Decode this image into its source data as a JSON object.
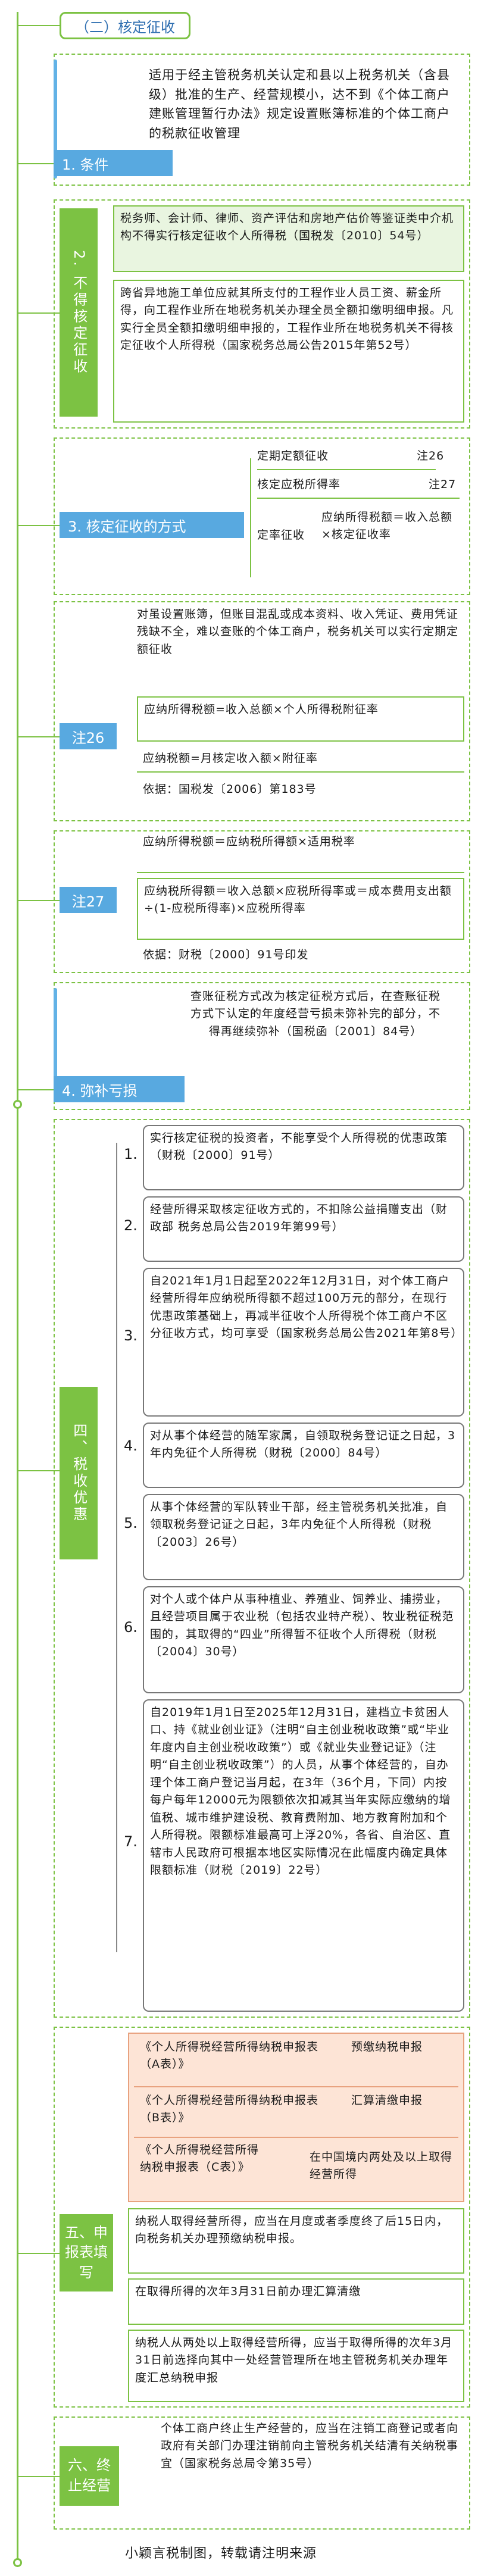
{
  "title": "（二）核定征收",
  "s1": {
    "tag": "1. 条件",
    "text": "适用于经主管税务机关认定和县以上税务机关（含县级）批准的生产、经营规模小，达不到《个体工商户建账管理暂行办法》规定设置账簿标准的个体工商户的税款征收管理"
  },
  "s2": {
    "tag": "2. 不得核定征收",
    "item1": "税务师、会计师、律师、资产评估和房地产估价等鉴证类中介机构不得实行核定征收个人所得税（国税发〔2010〕54号）",
    "item2": "跨省异地施工单位应就其所支付的工程作业人员工资、薪金所得，向工程作业所在地税务机关办理全员全额扣缴明细申报。凡实行全员全额扣缴明细申报的，工程作业所在地税务机关不得核定征收个人所得税（国家税务总局公告2015年第52号）"
  },
  "s3": {
    "tag": "3. 核定征收的方式",
    "m1": "定期定额征收",
    "m1_note": "注26",
    "m2": "核定应税所得率",
    "m2_note": "注27",
    "m3": "定率征收",
    "m3_formula": "应纳所得税额＝收入总额×核定征收率"
  },
  "n26": {
    "tag": "注26",
    "intro": "对虽设置账簿，但账目混乱或成本资料、收入凭证、费用凭证残缺不全，难以查账的个体工商户，税务机关可以实行定期定额征收",
    "f1": "应纳所得税额=收入总额×个人所得税附征率",
    "f2": "应纳税额=月核定收入额×附征率",
    "basis": "依据：国税发〔2006〕第183号"
  },
  "n27": {
    "tag": "注27",
    "f1": "应纳所得税额＝应纳税所得额×适用税率",
    "f2": "应纳税所得额＝收入总额×应税所得率或＝成本费用支出额÷(1-应税所得率)×应税所得率",
    "basis": "依据：财税〔2000〕91号印发"
  },
  "s4": {
    "tag": "4. 弥补亏损",
    "text": "查账征税方式改为核定征税方式后，在查账征税方式下认定的年度经营亏损未弥补完的部分，不得再继续弥补（国税函〔2001〕84号）"
  },
  "s5": {
    "tag": "四、税收优惠",
    "items": [
      "实行核定征税的投资者，不能享受个人所得税的优惠政策（财税〔2000〕91号）",
      "经营所得采取核定征收方式的，不扣除公益捐赠支出（财政部 税务总局公告2019年第99号）",
      "自2021年1月1日起至2022年12月31日，对个体工商户经营所得年应纳税所得额不超过100万元的部分，在现行优惠政策基础上，再减半征收个人所得税个体工商户不区分征收方式，均可享受（国家税务总局公告2021年第8号）",
      "对从事个体经营的随军家属，自领取税务登记证之日起，3年内免征个人所得税（财税〔2000〕84号）",
      "从事个体经营的军队转业干部，经主管税务机关批准，自领取税务登记证之日起，3年内免征个人所得税（财税〔2003〕26号）",
      "对个人或个体户从事种植业、养殖业、饲养业、捕捞业，且经营项目属于农业税（包括农业特产税）、牧业税征税范围的，其取得的“四业”所得暂不征收个人所得税（财税〔2004〕30号）",
      "自2019年1月1日至2025年12月31日，建档立卡贫困人口、持《就业创业证》（注明“自主创业税收政策”或“毕业年度内自主创业税收政策”）或《就业失业登记证》（注明“自主创业税收政策”）的人员，从事个体经营的，自办理个体工商户登记当月起，在3年（36个月，下同）内按每户每年12000元为限额依次扣减其当年实际应缴纳的增值税、城市维护建设税、教育费附加、地方教育附加和个人所得税。限额标准最高可上浮20%，各省、自治区、直辖市人民政府可根据本地区实际情况在此幅度内确定具体限额标准（财税〔2019〕22号）"
    ],
    "nums": [
      "1.",
      "2.",
      "3.",
      "4.",
      "5.",
      "6.",
      "7."
    ]
  },
  "s6": {
    "tag": "五、申报表填写",
    "forms": [
      {
        "name": "《个人所得税经营所得纳税申报表（A表）》",
        "desc": "预缴纳税申报"
      },
      {
        "name": "《个人所得税经营所得纳税申报表（B表）》",
        "desc": "汇算清缴申报"
      },
      {
        "name": "《个人所得税经营所得纳税申报表（C表）》",
        "desc": "在中国境内两处及以上取得经营所得"
      }
    ],
    "notes": [
      "纳税人取得经营所得，应当在月度或者季度终了后15日内，向税务机关办理预缴纳税申报。",
      "在取得所得的次年3月31日前办理汇算清缴",
      "纳税人从两处以上取得经营所得，应当于取得所得的次年3月31日前选择向其中一处经营管理所在地主管税务机关办理年度汇总纳税申报"
    ]
  },
  "s7": {
    "tag": "六、终止经营",
    "text": "个体工商户终止生产经营的，应当在注销工商登记或者向政府有关部门办理注销前向主管税务机关结清有关纳税事宜（国家税务总局令第35号）"
  },
  "footer": "小颖言税制图，转载请注明来源"
}
